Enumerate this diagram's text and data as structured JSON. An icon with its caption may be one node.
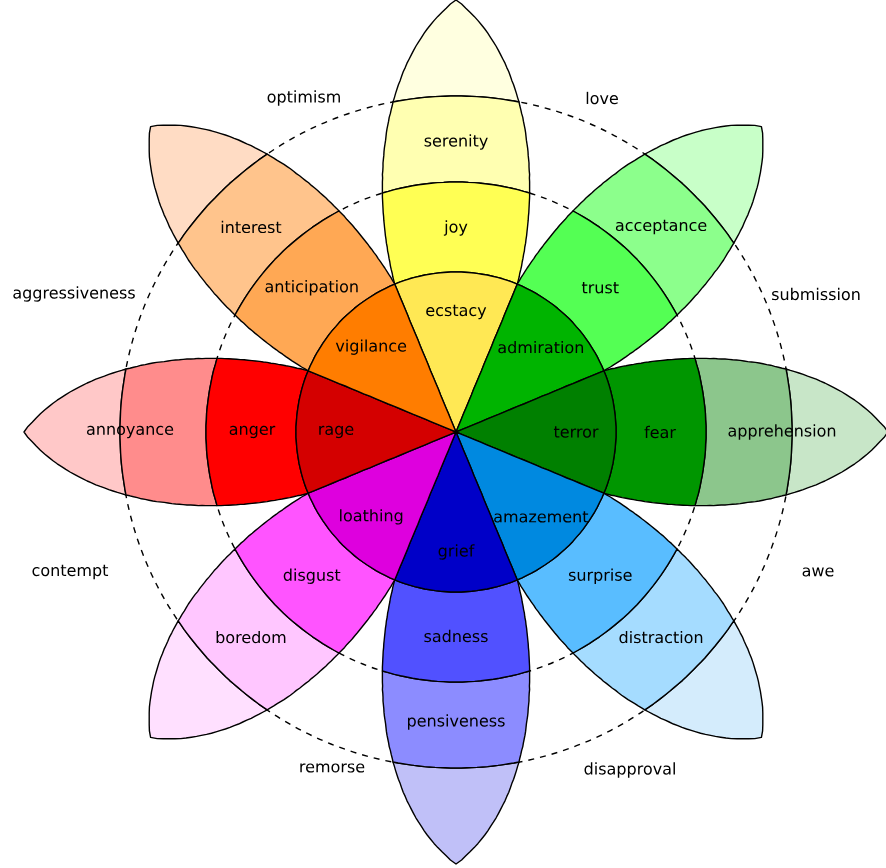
{
  "diagram": {
    "nodes": [
      {
        "text": [],
        "shape": "leaf"
      },
      {
        "text": [
          "serenity"
        ]
      },
      {
        "text": [
          "joy"
        ]
      },
      {
        "text": [
          "ecstacy"
        ]
      },
      {
        "text": [],
        "shape": "leaf"
      },
      {
        "text": [
          "acceptance"
        ]
      },
      {
        "text": [
          "trust"
        ]
      },
      {
        "text": [
          "admiration"
        ]
      },
      {
        "text": [],
        "shape": "leaf"
      },
      {
        "text": [
          "apprehension"
        ]
      },
      {
        "text": [
          "fear"
        ]
      },
      {
        "text": [
          "terror"
        ]
      },
      {
        "text": [],
        "shape": "leaf"
      },
      {
        "text": [
          "distraction"
        ]
      },
      {
        "text": [
          "surprise"
        ]
      },
      {
        "text": [
          "amazement"
        ]
      },
      {
        "text": [],
        "shape": "leaf"
      },
      {
        "text": [
          "pensiveness"
        ]
      },
      {
        "text": [
          "sadness"
        ]
      },
      {
        "text": [
          "grief"
        ]
      },
      {
        "text": [],
        "shape": "leaf"
      },
      {
        "text": [
          "boredom"
        ]
      },
      {
        "text": [
          "disgust"
        ]
      },
      {
        "text": [
          "loathing"
        ]
      },
      {
        "text": [],
        "shape": "leaf"
      },
      {
        "text": [
          "annoyance"
        ]
      },
      {
        "text": [
          "anger"
        ]
      },
      {
        "text": [
          "rage"
        ]
      },
      {
        "text": [],
        "shape": "leaf"
      },
      {
        "text": [
          "interest"
        ]
      },
      {
        "text": [
          "anticipation"
        ]
      },
      {
        "text": [
          "vigilance"
        ]
      }
    ],
    "labels": [
      "optimism",
      "love",
      "aggressiveness",
      "submission",
      "contempt",
      "awe",
      "remorse",
      "disapproval"
    ]
  }
}
